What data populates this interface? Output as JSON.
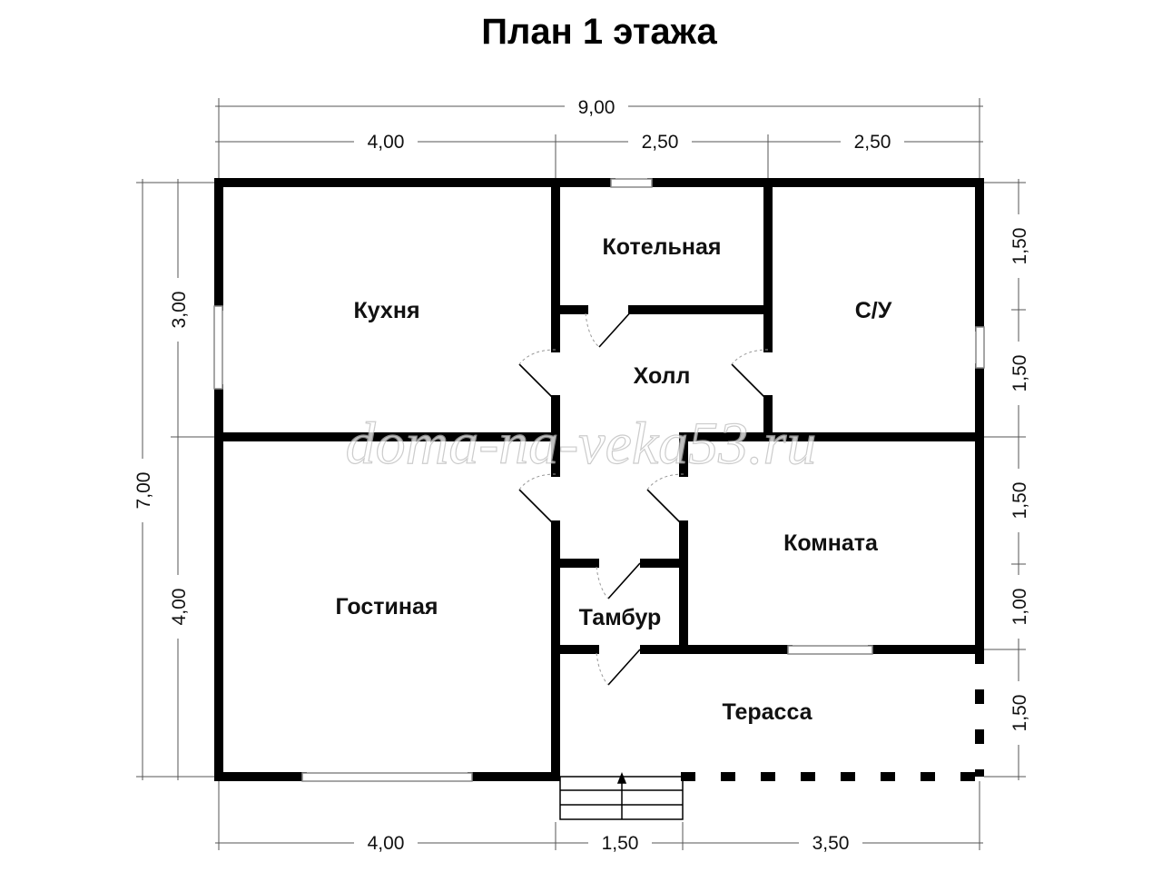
{
  "title": "План 1 этажа",
  "watermark": "doma-na-veka53.ru",
  "rooms": {
    "kitchen": "Кухня",
    "boiler": "Котельная",
    "bathroom": "С/У",
    "hall": "Холл",
    "living": "Гостиная",
    "room": "Комната",
    "vestibule": "Тамбур",
    "terrace": "Терасса"
  },
  "dimensions": {
    "top_total": "9,00",
    "top": [
      "4,00",
      "2,50",
      "2,50"
    ],
    "bottom": [
      "4,00",
      "1,50",
      "3,50"
    ],
    "left_total": "7,00",
    "left": [
      "3,00",
      "4,00"
    ],
    "right": [
      "1,50",
      "1,50",
      "1,50",
      "1,00",
      "1,50"
    ]
  },
  "colors": {
    "wall": "#000000",
    "dim_line": "#555555"
  }
}
